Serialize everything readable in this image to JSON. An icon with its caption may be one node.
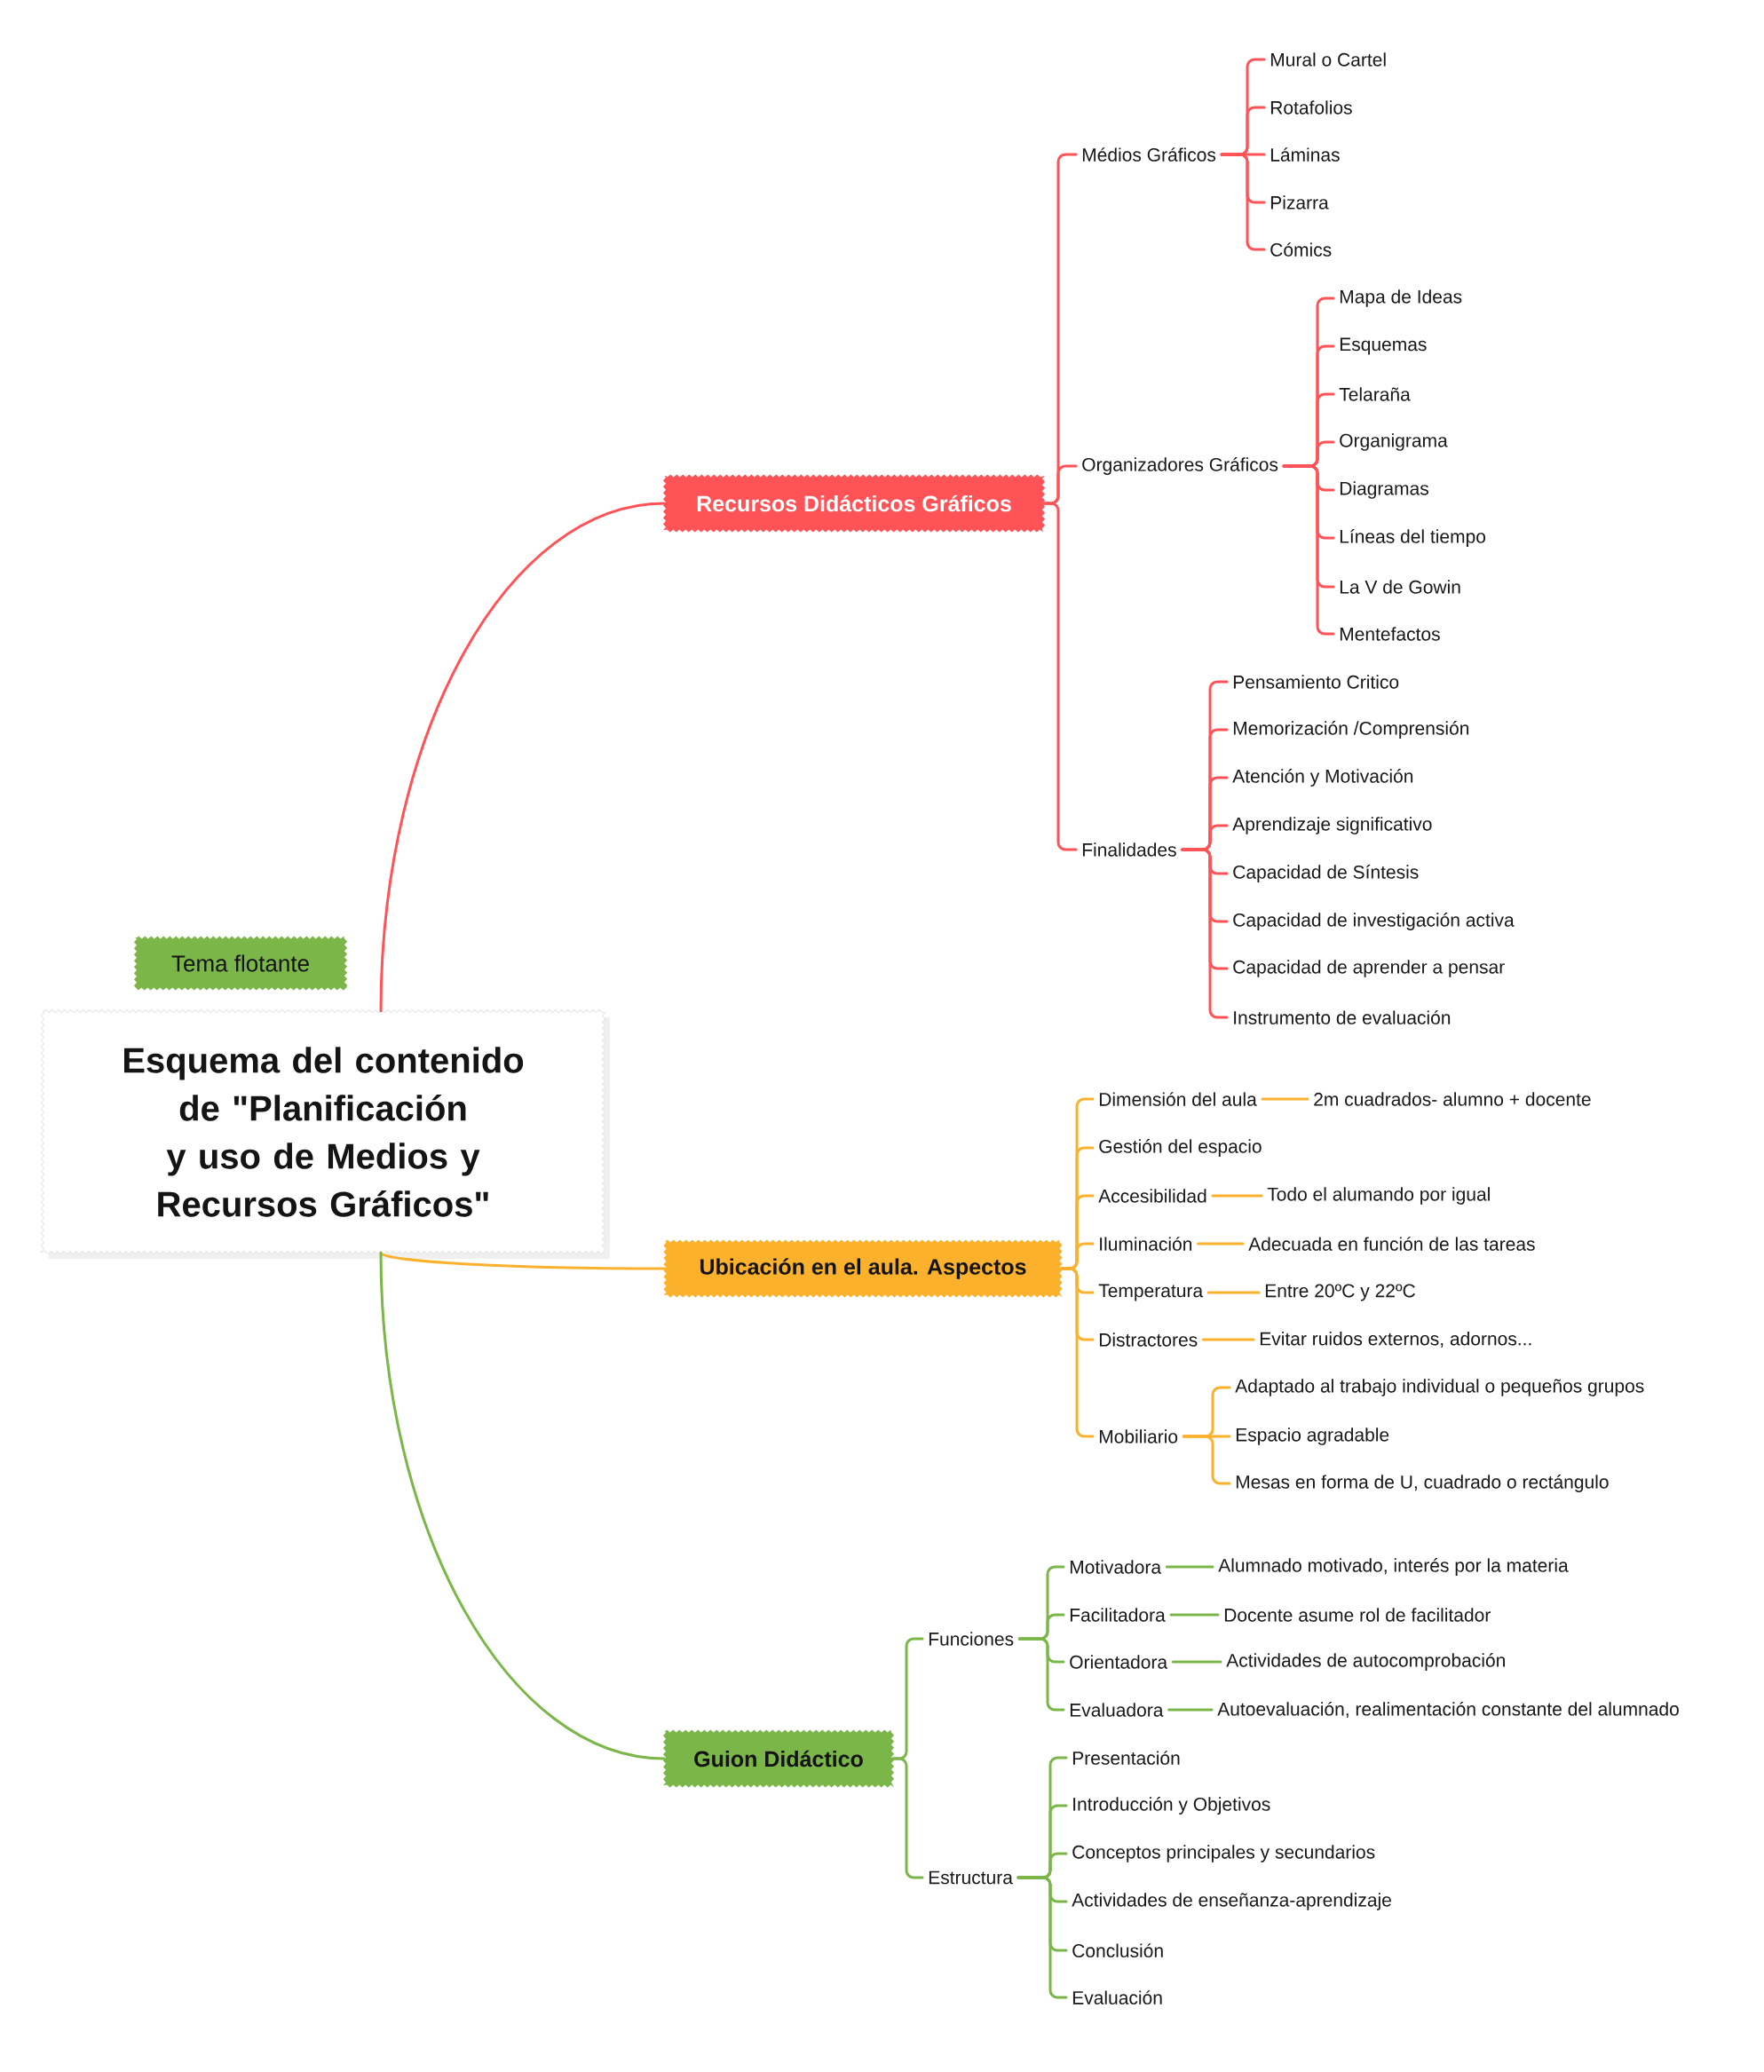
{
  "diagram": {
    "nodes": [
      {
        "text": [
          "Esquema del contenido de \"Planificación y uso de Medios y Recursos Gráficos\""
        ]
      },
      {
        "text": [
          "Tema flotante"
        ]
      },
      {
        "text": [
          "Recursos Didácticos Gráficos"
        ]
      },
      {
        "text": [
          "Médios Gráficos"
        ]
      },
      {
        "text": [
          "Mural o Cartel"
        ]
      },
      {
        "text": [
          "Rotafolios"
        ]
      },
      {
        "text": [
          "Láminas"
        ]
      },
      {
        "text": [
          "Pizarra"
        ]
      },
      {
        "text": [
          "Cómics"
        ]
      },
      {
        "text": [
          "Organizadores Gráficos"
        ]
      },
      {
        "text": [
          "Mapa de Ideas"
        ]
      },
      {
        "text": [
          "Esquemas"
        ]
      },
      {
        "text": [
          "Telaraña"
        ]
      },
      {
        "text": [
          "Organigrama"
        ]
      },
      {
        "text": [
          "Diagramas"
        ]
      },
      {
        "text": [
          "Líneas del tiempo"
        ]
      },
      {
        "text": [
          "La V de Gowin"
        ]
      },
      {
        "text": [
          "Mentefactos"
        ]
      },
      {
        "text": [
          "Finalidades"
        ]
      },
      {
        "text": [
          "Pensamiento Critico"
        ]
      },
      {
        "text": [
          "Memorización /Comprensión"
        ]
      },
      {
        "text": [
          "Atención y Motivación"
        ]
      },
      {
        "text": [
          "Aprendizaje significativo"
        ]
      },
      {
        "text": [
          "Capacidad de Síntesis"
        ]
      },
      {
        "text": [
          "Capacidad de investigación activa"
        ]
      },
      {
        "text": [
          "Capacidad de aprender a pensar"
        ]
      },
      {
        "text": [
          "Instrumento de evaluación"
        ]
      },
      {
        "text": [
          "Ubicación en el aula. Aspectos"
        ]
      },
      {
        "text": [
          "Dimensión del aula"
        ]
      },
      {
        "text": [
          "2m cuadrados- alumno + docente"
        ]
      },
      {
        "text": [
          "Gestión del espacio"
        ]
      },
      {
        "text": [
          "Accesibilidad"
        ]
      },
      {
        "text": [
          "Todo el alumando por igual"
        ]
      },
      {
        "text": [
          "Iluminación"
        ]
      },
      {
        "text": [
          "Adecuada en función de las tareas"
        ]
      },
      {
        "text": [
          "Temperatura"
        ]
      },
      {
        "text": [
          "Entre 20ºC y 22ºC"
        ]
      },
      {
        "text": [
          "Distractores"
        ]
      },
      {
        "text": [
          "Evitar ruidos externos, adornos..."
        ]
      },
      {
        "text": [
          "Mobiliario"
        ]
      },
      {
        "text": [
          "Adaptado al trabajo individual o pequeños grupos"
        ]
      },
      {
        "text": [
          "Espacio agradable"
        ]
      },
      {
        "text": [
          "Mesas en forma de U, cuadrado o rectángulo"
        ]
      },
      {
        "text": [
          "Guion Didáctico"
        ]
      },
      {
        "text": [
          "Funciones"
        ]
      },
      {
        "text": [
          "Motivadora"
        ]
      },
      {
        "text": [
          "Alumnado motivado, interés por la materia"
        ]
      },
      {
        "text": [
          "Facilitadora"
        ]
      },
      {
        "text": [
          "Docente asume rol de facilitador"
        ]
      },
      {
        "text": [
          "Orientadora"
        ]
      },
      {
        "text": [
          "Actividades de autocomprobación"
        ]
      },
      {
        "text": [
          "Evaluadora"
        ]
      },
      {
        "text": [
          "Autoevaluación, realimentación constante del alumnado"
        ]
      },
      {
        "text": [
          "Estructura"
        ]
      },
      {
        "text": [
          "Presentación"
        ]
      },
      {
        "text": [
          "Introducción y Objetivos"
        ]
      },
      {
        "text": [
          "Conceptos principales y secundarios"
        ]
      },
      {
        "text": [
          "Actividades de enseñanza-aprendizaje"
        ]
      },
      {
        "text": [
          "Conclusión"
        ]
      },
      {
        "text": [
          "Evaluación"
        ]
      }
    ],
    "edges": [
      {
        "from": 0,
        "to": 2,
        "arrow": "none",
        "color": "#ff5357"
      },
      {
        "from": 2,
        "to": 3,
        "arrow": "none",
        "color": "#ff5357"
      },
      {
        "from": 3,
        "to": 4,
        "arrow": "none",
        "color": "#ff5357"
      },
      {
        "from": 3,
        "to": 5,
        "arrow": "none",
        "color": "#ff5357"
      },
      {
        "from": 3,
        "to": 6,
        "arrow": "none",
        "color": "#ff5357"
      },
      {
        "from": 3,
        "to": 7,
        "arrow": "none",
        "color": "#ff5357"
      },
      {
        "from": 3,
        "to": 8,
        "arrow": "none",
        "color": "#ff5357"
      },
      {
        "from": 2,
        "to": 9,
        "arrow": "none",
        "color": "#ff5357"
      },
      {
        "from": 9,
        "to": 10,
        "arrow": "none",
        "color": "#ff5357"
      },
      {
        "from": 9,
        "to": 11,
        "arrow": "none",
        "color": "#ff5357"
      },
      {
        "from": 9,
        "to": 12,
        "arrow": "none",
        "color": "#ff5357"
      },
      {
        "from": 9,
        "to": 13,
        "arrow": "none",
        "color": "#ff5357"
      },
      {
        "from": 9,
        "to": 14,
        "arrow": "none",
        "color": "#ff5357"
      },
      {
        "from": 9,
        "to": 15,
        "arrow": "none",
        "color": "#ff5357"
      },
      {
        "from": 9,
        "to": 16,
        "arrow": "none",
        "color": "#ff5357"
      },
      {
        "from": 9,
        "to": 17,
        "arrow": "none",
        "color": "#ff5357"
      },
      {
        "from": 2,
        "to": 18,
        "arrow": "none",
        "color": "#ff5357"
      },
      {
        "from": 18,
        "to": 19,
        "arrow": "none",
        "color": "#ff5357"
      },
      {
        "from": 18,
        "to": 20,
        "arrow": "none",
        "color": "#ff5357"
      },
      {
        "from": 18,
        "to": 21,
        "arrow": "none",
        "color": "#ff5357"
      },
      {
        "from": 18,
        "to": 22,
        "arrow": "none",
        "color": "#ff5357"
      },
      {
        "from": 18,
        "to": 23,
        "arrow": "none",
        "color": "#ff5357"
      },
      {
        "from": 18,
        "to": 24,
        "arrow": "none",
        "color": "#ff5357"
      },
      {
        "from": 18,
        "to": 25,
        "arrow": "none",
        "color": "#ff5357"
      },
      {
        "from": 18,
        "to": 26,
        "arrow": "none",
        "color": "#ff5357"
      },
      {
        "from": 0,
        "to": 27,
        "arrow": "none",
        "color": "#fbb12b"
      },
      {
        "from": 27,
        "to": 28,
        "arrow": "none",
        "color": "#fbb12b"
      },
      {
        "from": 28,
        "to": 29,
        "arrow": "none",
        "color": "#fbb12b"
      },
      {
        "from": 27,
        "to": 30,
        "arrow": "none",
        "color": "#fbb12b"
      },
      {
        "from": 27,
        "to": 31,
        "arrow": "none",
        "color": "#fbb12b"
      },
      {
        "from": 31,
        "to": 32,
        "arrow": "none",
        "color": "#fbb12b"
      },
      {
        "from": 27,
        "to": 33,
        "arrow": "none",
        "color": "#fbb12b"
      },
      {
        "from": 33,
        "to": 34,
        "arrow": "none",
        "color": "#fbb12b"
      },
      {
        "from": 27,
        "to": 35,
        "arrow": "none",
        "color": "#fbb12b"
      },
      {
        "from": 35,
        "to": 36,
        "arrow": "none",
        "color": "#fbb12b"
      },
      {
        "from": 27,
        "to": 37,
        "arrow": "none",
        "color": "#fbb12b"
      },
      {
        "from": 37,
        "to": 38,
        "arrow": "none",
        "color": "#fbb12b"
      },
      {
        "from": 27,
        "to": 39,
        "arrow": "none",
        "color": "#fbb12b"
      },
      {
        "from": 39,
        "to": 40,
        "arrow": "none",
        "color": "#fbb12b"
      },
      {
        "from": 39,
        "to": 41,
        "arrow": "none",
        "color": "#fbb12b"
      },
      {
        "from": 39,
        "to": 42,
        "arrow": "none",
        "color": "#fbb12b"
      },
      {
        "from": 0,
        "to": 43,
        "arrow": "none",
        "color": "#7ab648"
      },
      {
        "from": 43,
        "to": 44,
        "arrow": "none",
        "color": "#7ab648"
      },
      {
        "from": 44,
        "to": 45,
        "arrow": "none",
        "color": "#7ab648"
      },
      {
        "from": 45,
        "to": 46,
        "arrow": "none",
        "color": "#7ab648"
      },
      {
        "from": 44,
        "to": 47,
        "arrow": "none",
        "color": "#7ab648"
      },
      {
        "from": 47,
        "to": 48,
        "arrow": "none",
        "color": "#7ab648"
      },
      {
        "from": 44,
        "to": 49,
        "arrow": "none",
        "color": "#7ab648"
      },
      {
        "from": 49,
        "to": 50,
        "arrow": "none",
        "color": "#7ab648"
      },
      {
        "from": 44,
        "to": 51,
        "arrow": "none",
        "color": "#7ab648"
      },
      {
        "from": 51,
        "to": 52,
        "arrow": "none",
        "color": "#7ab648"
      },
      {
        "from": 43,
        "to": 53,
        "arrow": "none",
        "color": "#7ab648"
      },
      {
        "from": 53,
        "to": 54,
        "arrow": "none",
        "color": "#7ab648"
      },
      {
        "from": 53,
        "to": 55,
        "arrow": "none",
        "color": "#7ab648"
      },
      {
        "from": 53,
        "to": 56,
        "arrow": "none",
        "color": "#7ab648"
      },
      {
        "from": 53,
        "to": 57,
        "arrow": "none",
        "color": "#7ab648"
      },
      {
        "from": 53,
        "to": 58,
        "arrow": "none",
        "color": "#7ab648"
      },
      {
        "from": 53,
        "to": 59,
        "arrow": "none",
        "color": "#7ab648"
      }
    ]
  }
}
